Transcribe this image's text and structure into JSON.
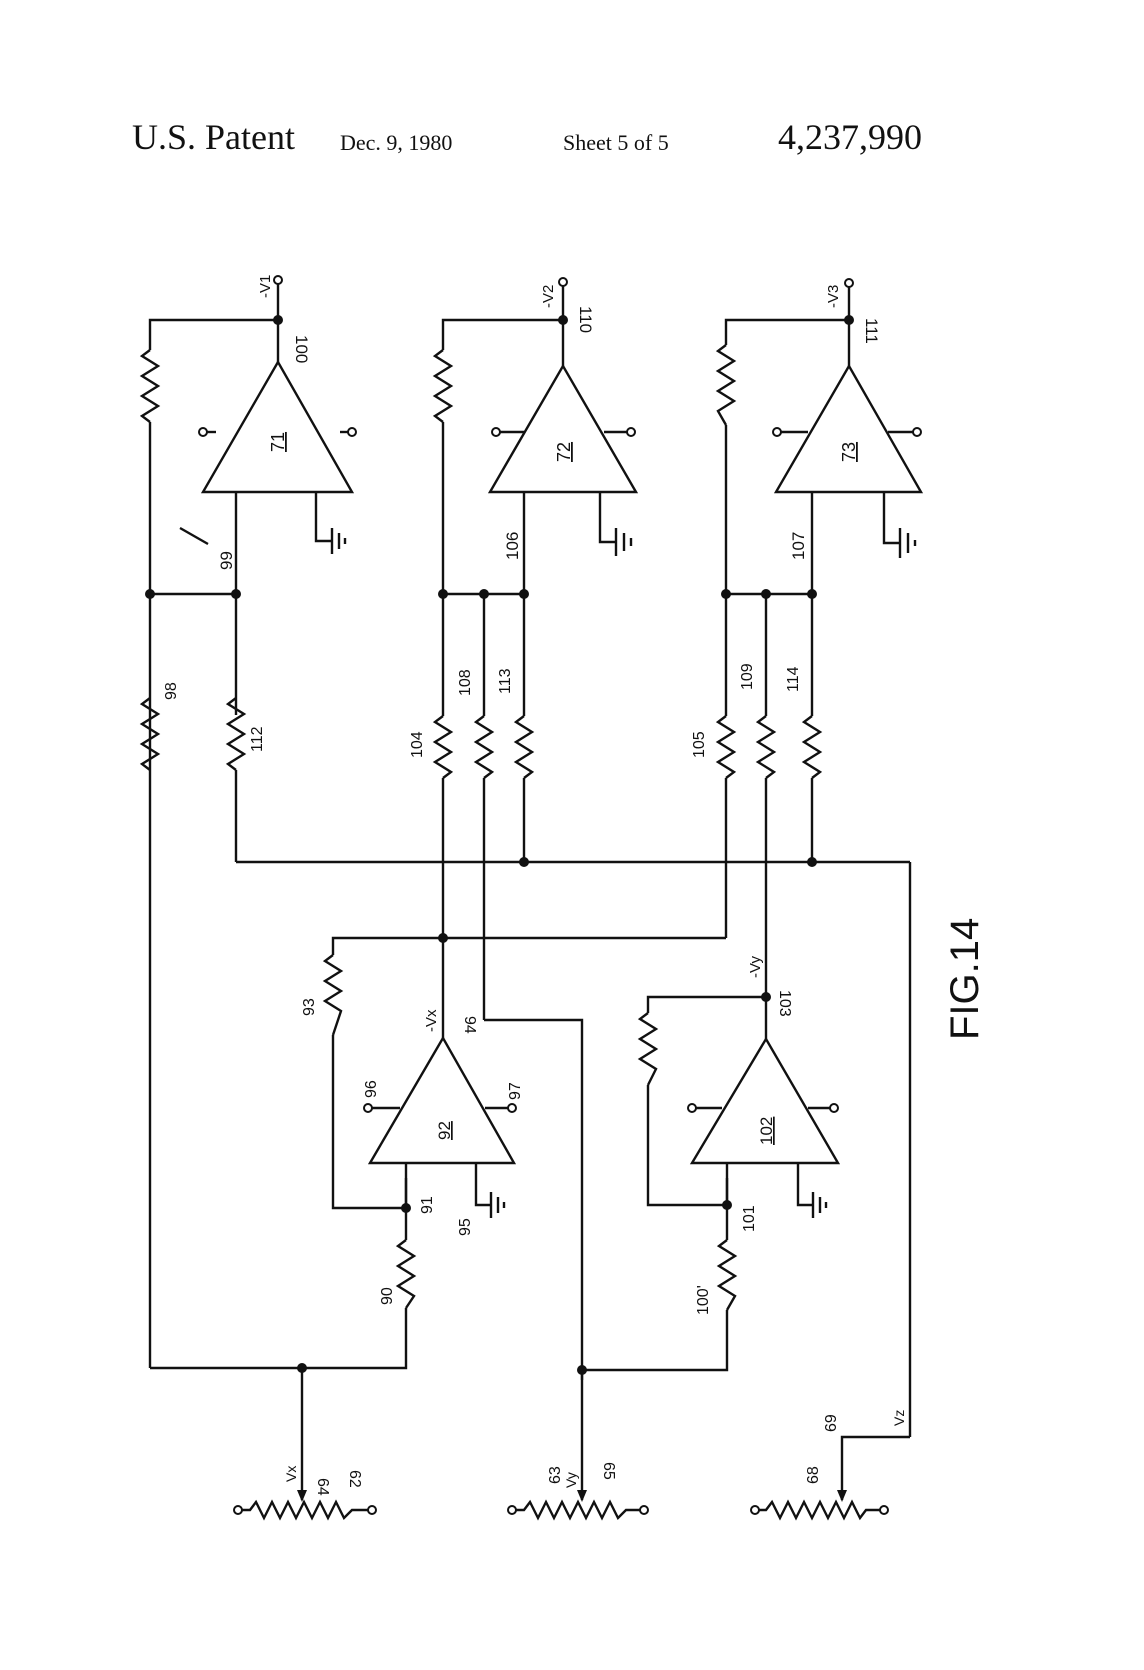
{
  "header": {
    "title": "U.S. Patent",
    "date": "Dec. 9, 1980",
    "sheet": "Sheet 5 of 5",
    "patent_number": "4,237,990"
  },
  "figure": {
    "label": "FIG.14",
    "amplifiers": [
      {
        "id": "71",
        "output_ref": "100",
        "output_voltage": "-V1",
        "input_ref": "99"
      },
      {
        "id": "72",
        "output_ref": "110",
        "output_voltage": "-V2",
        "input_ref": "106"
      },
      {
        "id": "73",
        "output_ref": "111",
        "output_voltage": "-V3",
        "input_ref": "107"
      },
      {
        "id": "92",
        "output_ref": "94",
        "output_voltage": "-Vx",
        "input_ref": "91",
        "ground_ref": "95",
        "terminal_left": "96",
        "terminal_right": "97"
      },
      {
        "id": "102",
        "output_ref": "103",
        "output_voltage": "-Vy",
        "input_ref": "101"
      }
    ],
    "resistors": [
      "98",
      "112",
      "104",
      "108",
      "113",
      "105",
      "109",
      "114",
      "93",
      "90",
      "100'"
    ],
    "potentiometers": [
      {
        "id": "62",
        "wiper_ref": "64",
        "wiper_voltage": "Vx"
      },
      {
        "id": "63",
        "wiper_ref": "65",
        "wiper_voltage": "Vy"
      },
      {
        "id": "68",
        "wiper_ref": "69",
        "wiper_voltage": "Vz"
      }
    ]
  }
}
